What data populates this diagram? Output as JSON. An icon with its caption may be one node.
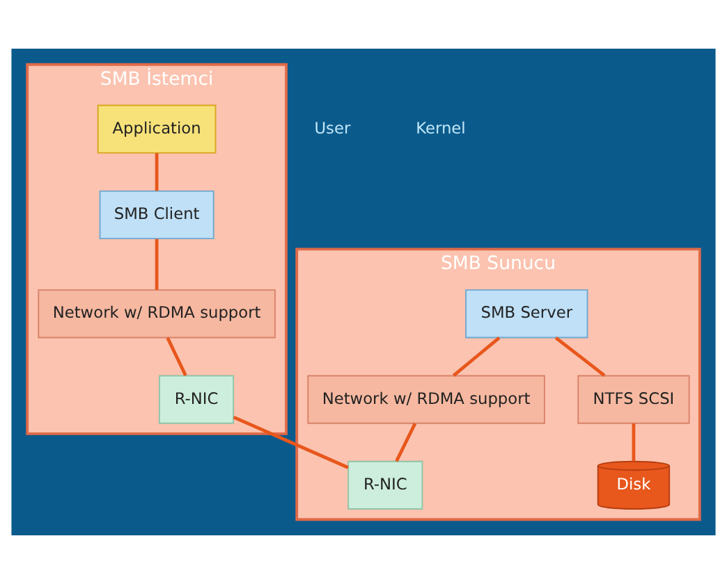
{
  "diagram": {
    "nodes": [
      {
        "text": [
          "SMB İstemci"
        ]
      },
      {
        "text": [
          "Application"
        ],
        "in": 0
      },
      {
        "text": [
          "SMB Client"
        ],
        "in": 0
      },
      {
        "text": [
          "Network w/ RDMA support"
        ],
        "in": 0
      },
      {
        "text": [
          "R-NIC"
        ],
        "in": 0
      },
      {
        "text": [
          "SMB Sunucu"
        ]
      },
      {
        "text": [
          "SMB Server"
        ],
        "in": 5
      },
      {
        "text": [
          "Network w/ RDMA support"
        ],
        "in": 5
      },
      {
        "text": [
          "NTFS SCSI"
        ],
        "in": 5
      },
      {
        "text": [
          "R-NIC"
        ],
        "in": 5
      },
      {
        "text": [
          "Disk"
        ],
        "in": 5
      }
    ],
    "edges": [
      {
        "from": 1,
        "to": 2,
        "arrow": "none"
      },
      {
        "from": 2,
        "to": 3,
        "arrow": "none"
      },
      {
        "from": 3,
        "to": 4,
        "arrow": "none"
      },
      {
        "from": 4,
        "to": 9,
        "arrow": "none"
      },
      {
        "from": 6,
        "to": 7,
        "arrow": "none"
      },
      {
        "from": 6,
        "to": 8,
        "arrow": "none"
      },
      {
        "from": 7,
        "to": 9,
        "arrow": "none"
      },
      {
        "from": 8,
        "to": 10,
        "arrow": "none"
      }
    ],
    "labels": [
      "User",
      "Kernel"
    ]
  }
}
